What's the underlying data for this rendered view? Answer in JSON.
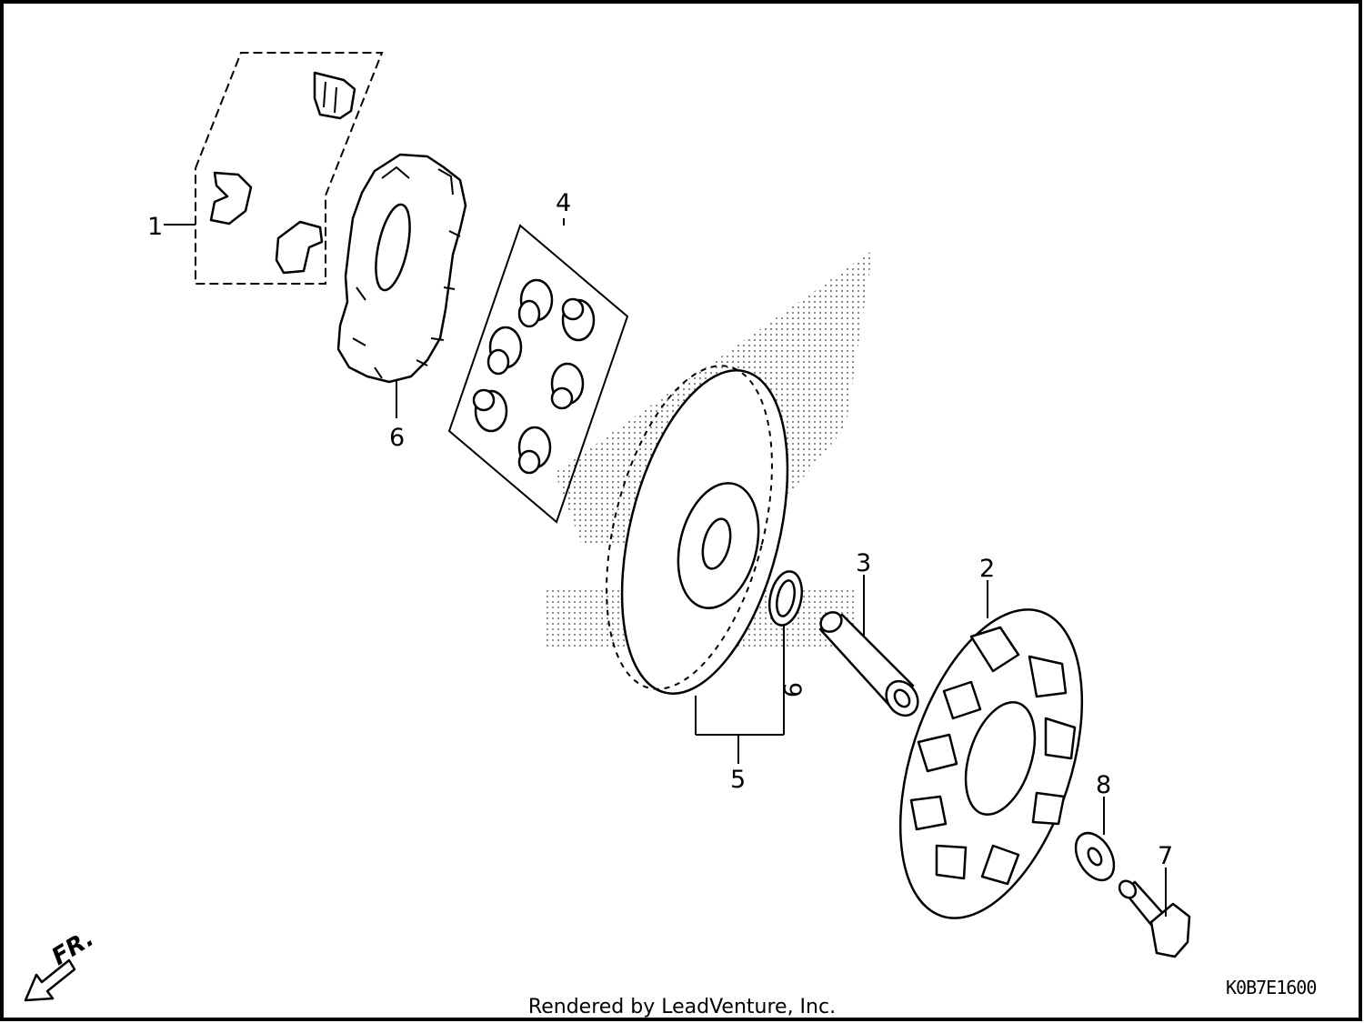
{
  "diagram": {
    "callouts": {
      "c1": "1",
      "c2": "2",
      "c3": "3",
      "c4": "4",
      "c5": "5",
      "c6": "6",
      "c7": "7",
      "c8": "8",
      "c9": "9"
    },
    "direction_label": "FR.",
    "drawing_code": "K0B7E1600",
    "footer": "Rendered by LeadVenture, Inc."
  }
}
